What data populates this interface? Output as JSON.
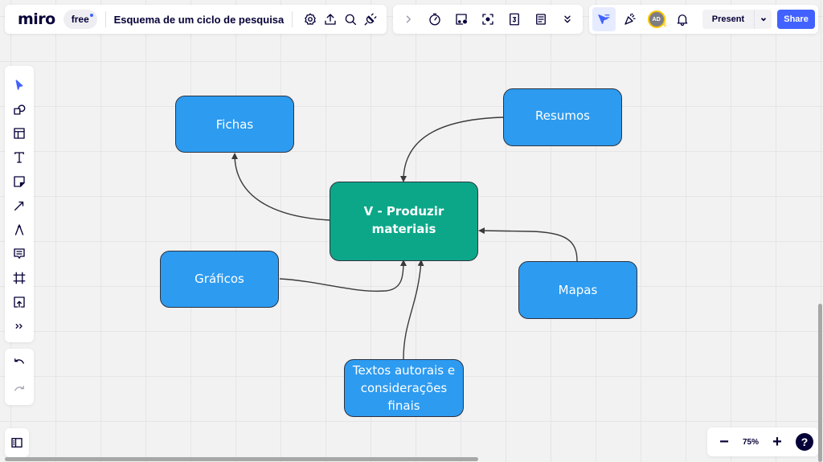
{
  "app": {
    "logo": "miro",
    "plan_badge": "free",
    "board_title": "Esquema de um ciclo de pesquisa"
  },
  "top_left_icons": [
    "settings-icon",
    "export-icon",
    "search-icon",
    "integrations-plug-icon"
  ],
  "top_middle_icons": [
    "expand-chevron-icon",
    "timer-icon",
    "frame-card-icon",
    "focus-icon",
    "number-card-icon",
    "notes-icon",
    "more-chevrons-icon"
  ],
  "top_right": {
    "avatar_initials": "AD",
    "present_label": "Present",
    "share_label": "Share"
  },
  "left_tools": [
    "select",
    "shapes",
    "templates",
    "text",
    "sticky-note",
    "connection-line",
    "pen",
    "comment",
    "frame",
    "upload",
    "more-tools"
  ],
  "history": [
    "undo",
    "redo"
  ],
  "zoom": {
    "level": "75%",
    "minus": "−",
    "plus": "+",
    "help": "?"
  },
  "colors": {
    "brand": "#050038",
    "accent": "#4262ff",
    "node_blue": "#2d9bf0",
    "node_green": "#0ca789"
  },
  "diagram": {
    "center": "V - Produzir materiais",
    "nodes": {
      "fichas": "Fichas",
      "resumos": "Resumos",
      "graficos": "Gráficos",
      "mapas": "Mapas",
      "textos": "Textos autorais e considerações finais"
    },
    "connections": [
      {
        "from": "V - Produzir materiais",
        "to": "Fichas"
      },
      {
        "from": "Resumos",
        "to": "V - Produzir materiais"
      },
      {
        "from": "Gráficos",
        "to": "V - Produzir materiais"
      },
      {
        "from": "Mapas",
        "to": "V - Produzir materiais"
      },
      {
        "from": "Textos autorais e considerações finais",
        "to": "V - Produzir materiais"
      }
    ]
  }
}
